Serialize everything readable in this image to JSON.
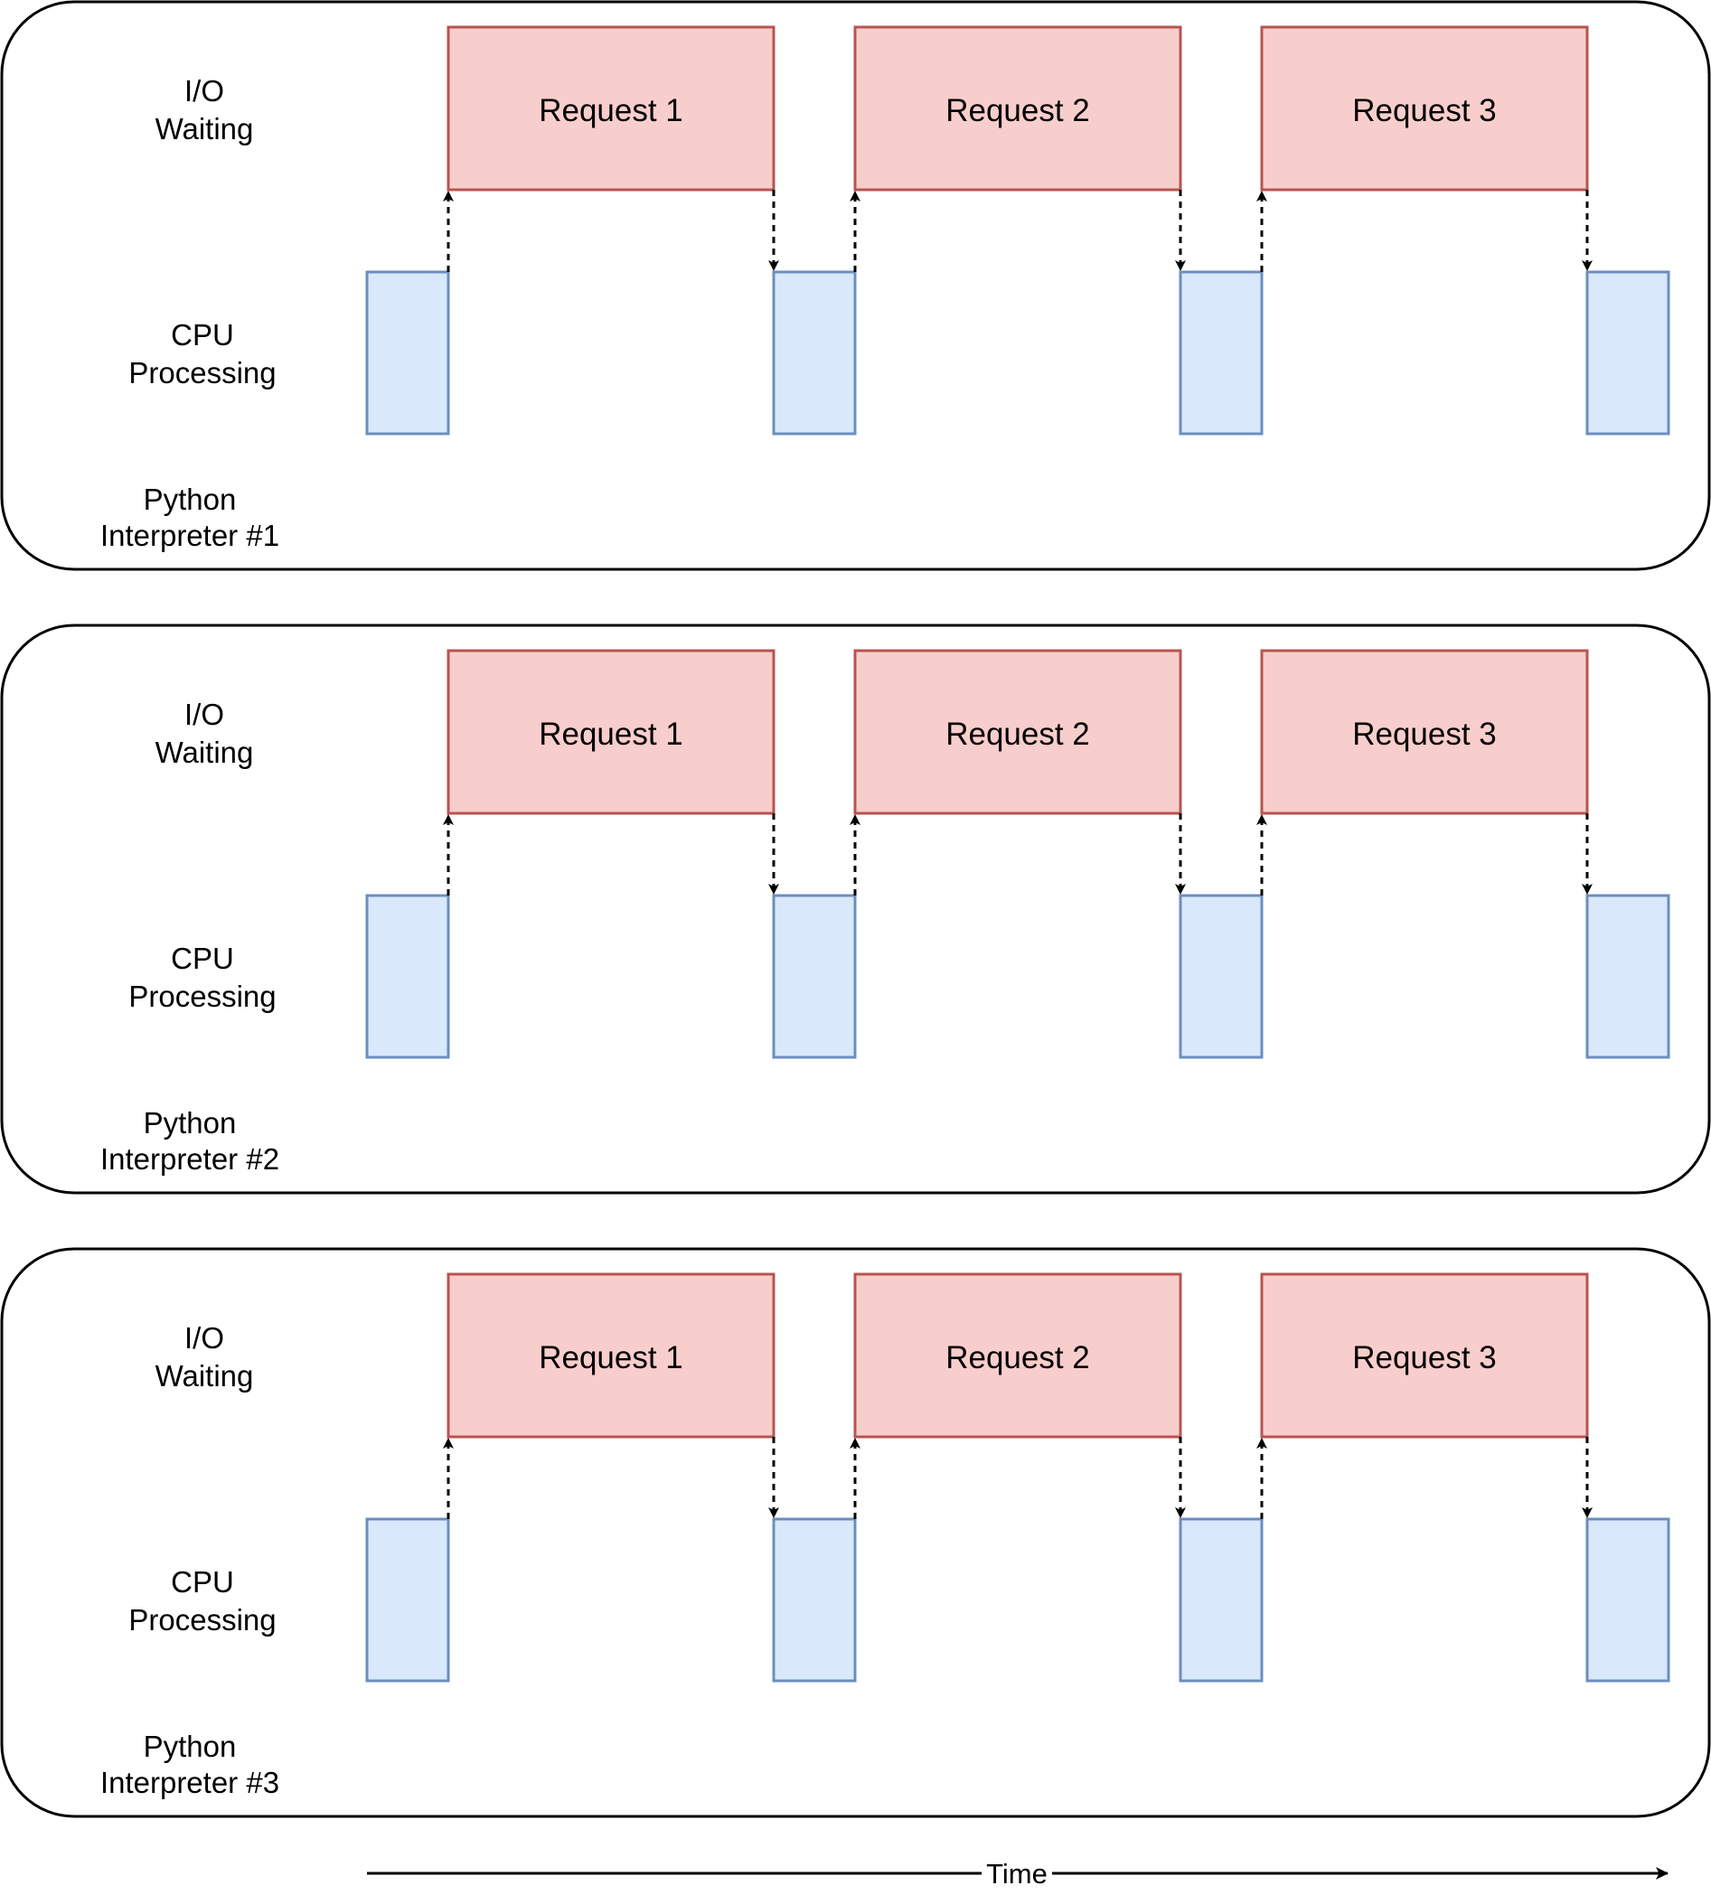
{
  "colors": {
    "io_fill": "#f8cecc",
    "io_stroke": "#b85450",
    "cpu_fill": "#dae8fc",
    "cpu_stroke": "#6c8ebf",
    "line": "#000000"
  },
  "panels": [
    {
      "io_label": [
        "I/O",
        "Waiting"
      ],
      "cpu_label": [
        "CPU",
        "Processing"
      ],
      "interpreter_label": [
        "Python",
        "Interpreter #1"
      ],
      "requests": [
        "Request 1",
        "Request 2",
        "Request 3"
      ]
    },
    {
      "io_label": [
        "I/O",
        "Waiting"
      ],
      "cpu_label": [
        "CPU",
        "Processing"
      ],
      "interpreter_label": [
        "Python",
        "Interpreter #2"
      ],
      "requests": [
        "Request 1",
        "Request 2",
        "Request 3"
      ]
    },
    {
      "io_label": [
        "I/O",
        "Waiting"
      ],
      "cpu_label": [
        "CPU",
        "Processing"
      ],
      "interpreter_label": [
        "Python",
        "Interpreter #3"
      ],
      "requests": [
        "Request 1",
        "Request 2",
        "Request 3"
      ]
    }
  ],
  "time_axis": {
    "label": "Time"
  }
}
